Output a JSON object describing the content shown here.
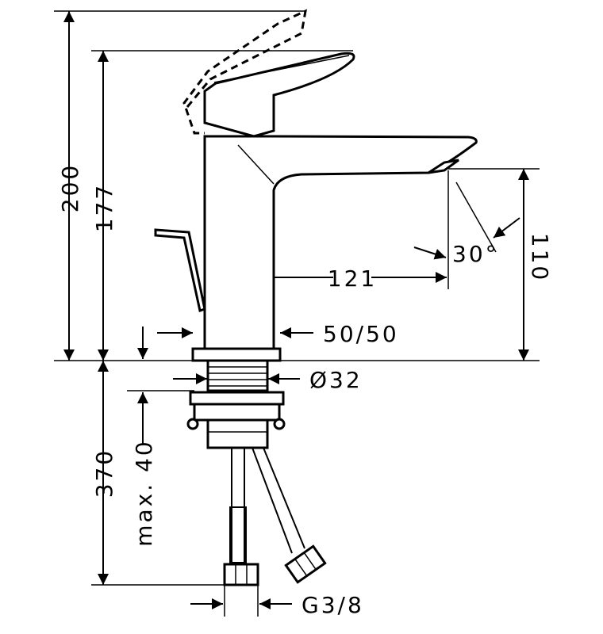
{
  "drawing": {
    "title": "Faucet dimension drawing",
    "dimensions": {
      "total_height": "200",
      "handle_height": "177",
      "spout_reach": "121",
      "spray_angle": "30°",
      "spout_height": "110",
      "body_width": "50/50",
      "shank_diameter": "Ø32",
      "max_counter_thickness": "max. 40",
      "hose_length": "370",
      "connection_thread": "G3/8"
    }
  }
}
